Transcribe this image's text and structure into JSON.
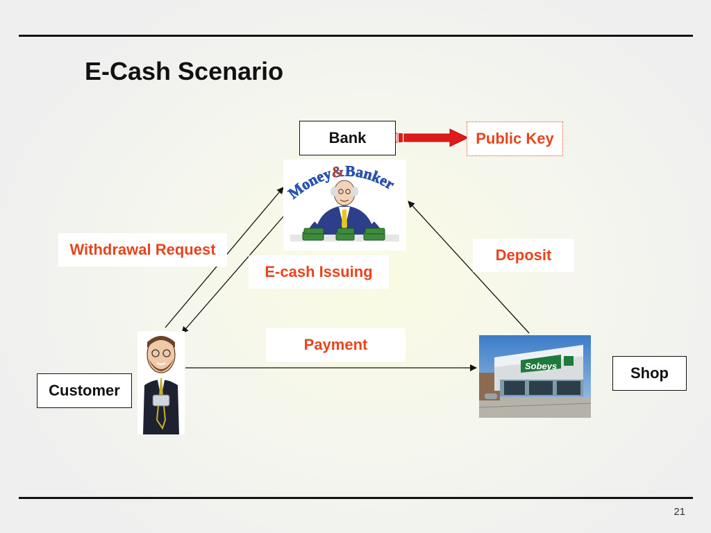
{
  "slide": {
    "title": "E-Cash Scenario",
    "page_number": "21"
  },
  "nodes": {
    "bank": "Bank",
    "public_key": "Public Key",
    "customer": "Customer",
    "shop": "Shop"
  },
  "flows": {
    "withdrawal_request": "Withdrawal Request",
    "ecash_issuing": "E-cash Issuing",
    "deposit": "Deposit",
    "payment": "Payment"
  },
  "images": {
    "banker_logo_text_1": "Money",
    "banker_logo_text_2": "&",
    "banker_logo_text_3": "Banker",
    "store_sign_text": "Sobeys"
  },
  "colors": {
    "label_red": "#e8441c",
    "arrow_red": "#e01a1a"
  },
  "icons": [
    "banker-cartoon-icon",
    "customer-cartoon-icon",
    "storefront-photo-icon",
    "thick-red-arrow-icon"
  ]
}
